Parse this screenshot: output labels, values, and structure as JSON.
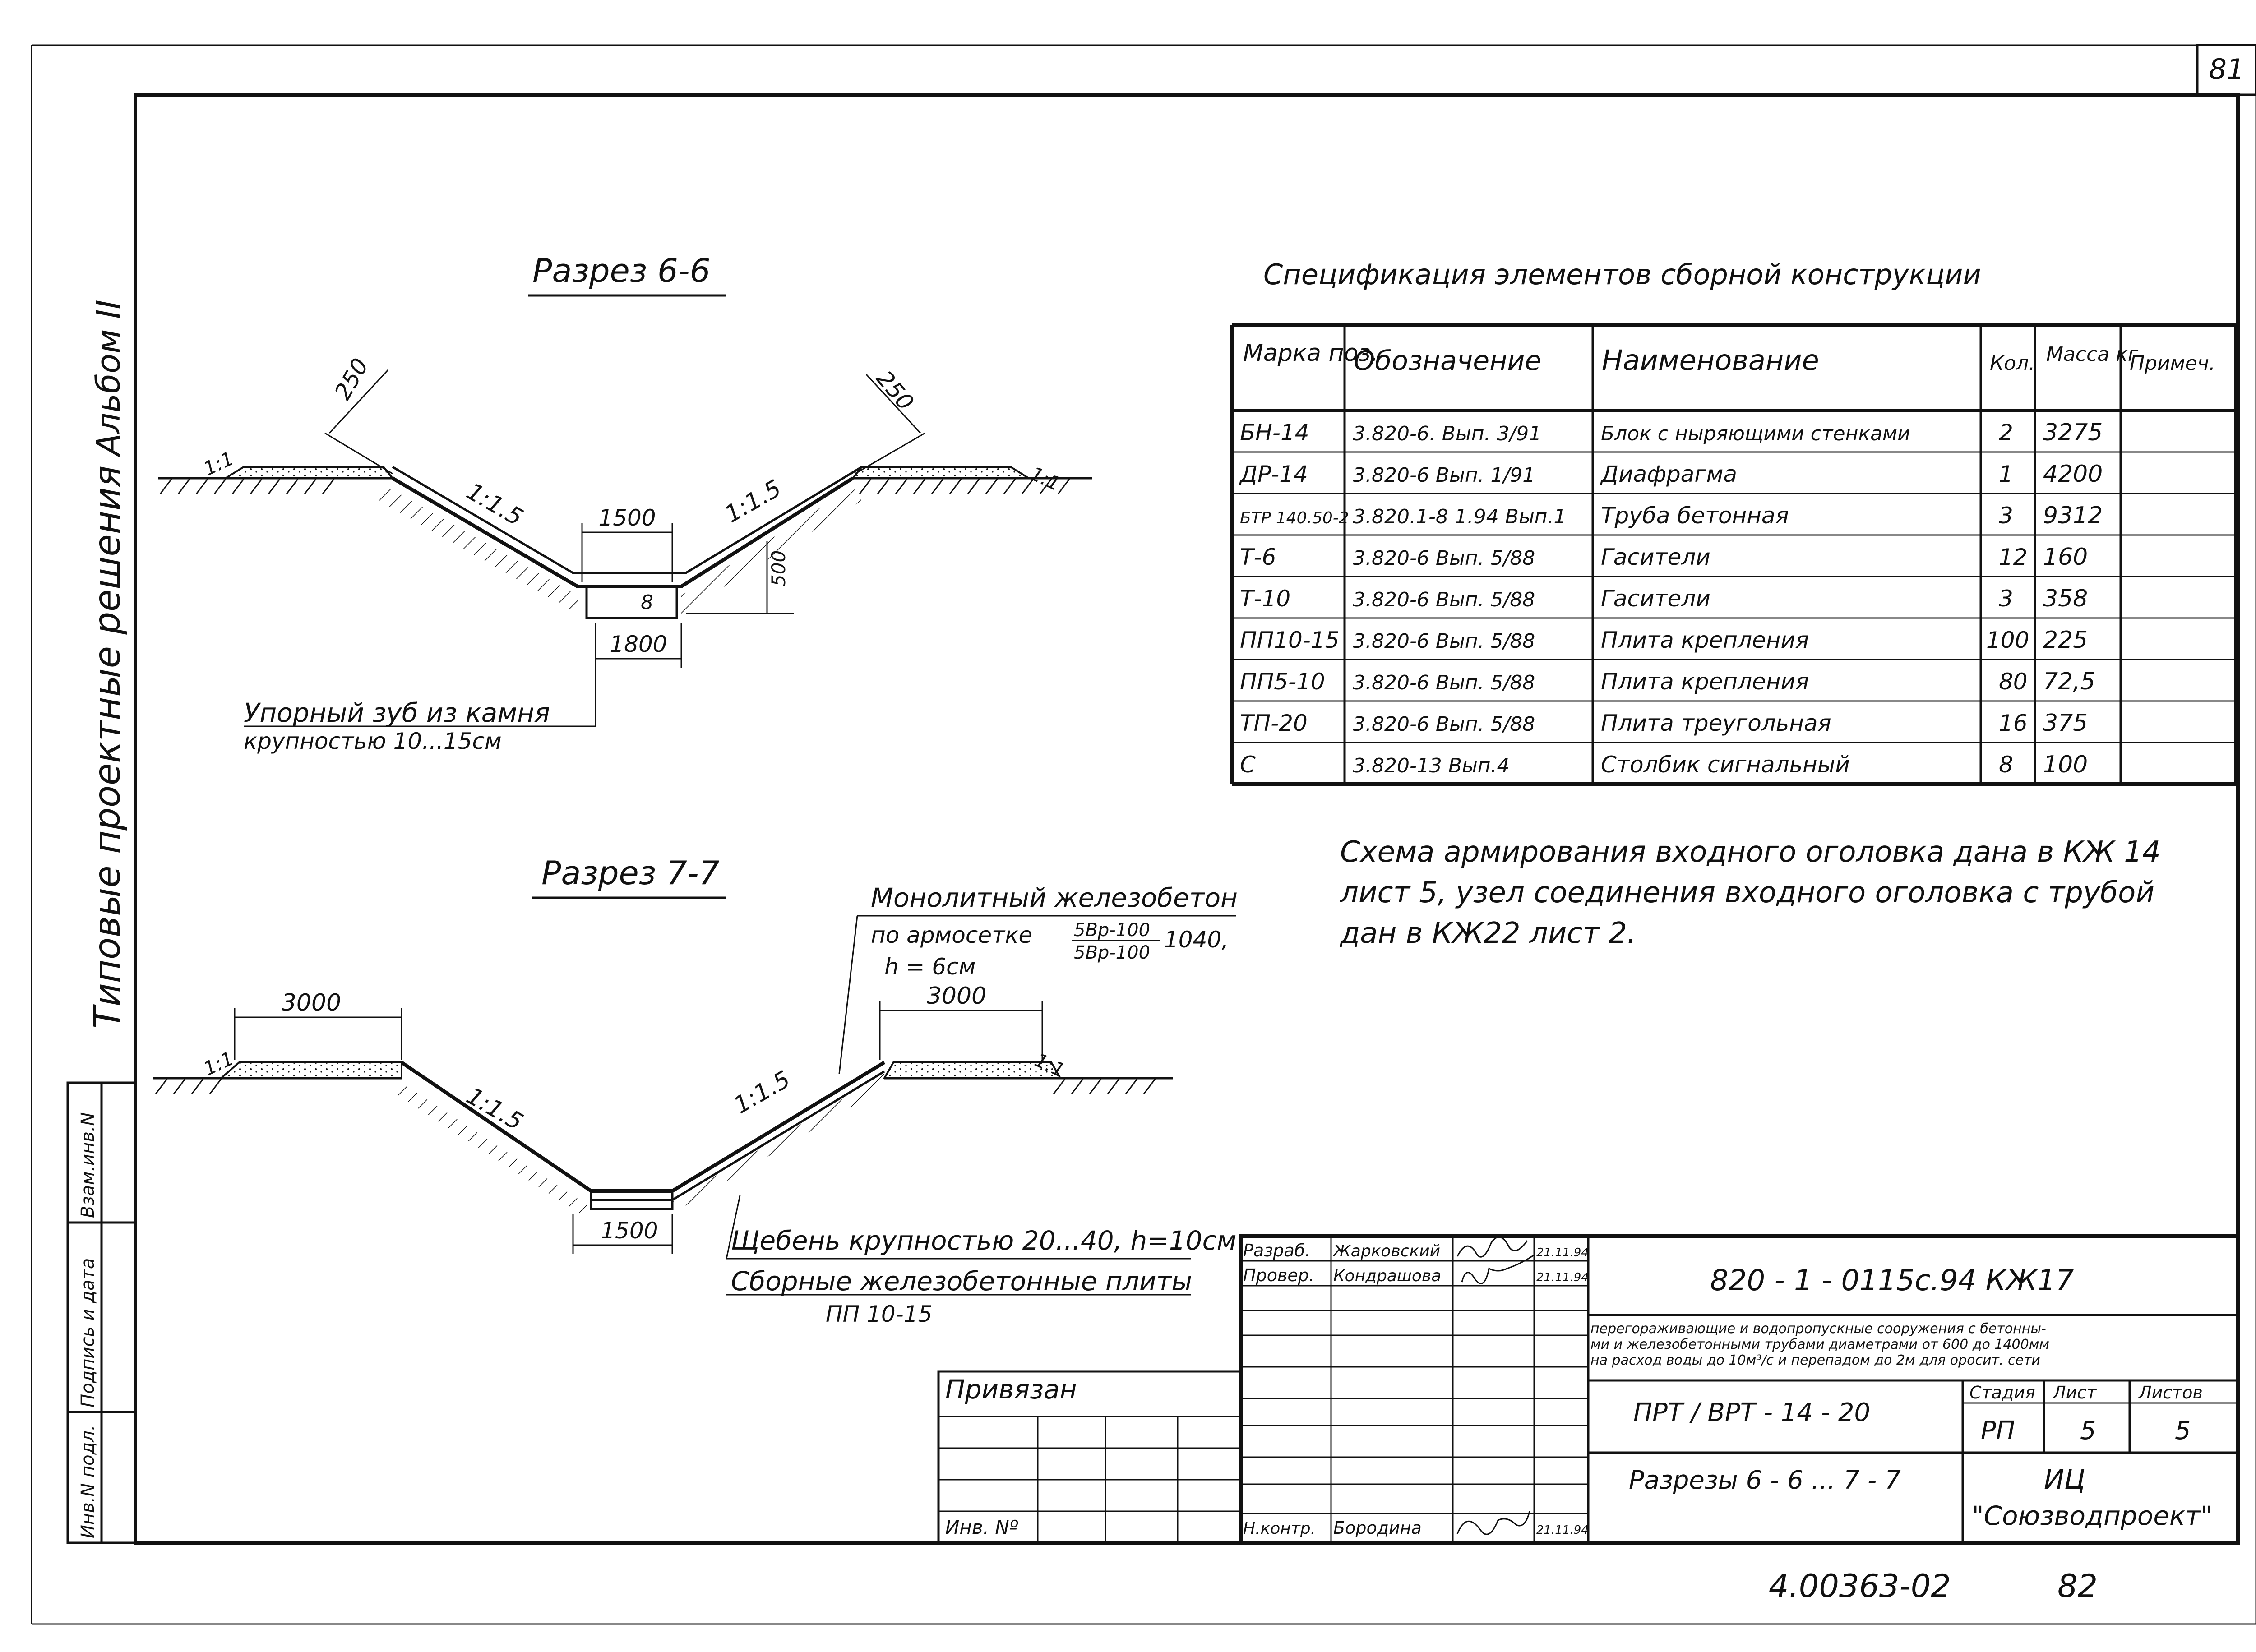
{
  "sheet": {
    "page_number": "81",
    "album": "Альбом II",
    "series": "Типовые проектные решения",
    "stamp_labels": [
      "Инв.N подл.",
      "Подпись и дата",
      "Взам.инв.N"
    ]
  },
  "section_6": {
    "title": "Разрез 6-6",
    "dim_250_left": "250",
    "dim_250_right": "250",
    "slope_outer_l": "1:1",
    "slope_outer_r": "1:1",
    "slope_l": "1:1.5",
    "slope_r": "1:1.5",
    "dim_1500": "1500",
    "dim_1800": "1800",
    "dim_500": "500",
    "mark_8": "8",
    "note_line1": "Упорный зуб из камня",
    "note_line2": "крупностью 10...15см"
  },
  "section_7": {
    "title": "Разрез 7-7",
    "dim_3000_l": "3000",
    "dim_3000_r": "3000",
    "dim_1500": "1500",
    "slope_outer_l": "1:1",
    "slope_outer_r": "1:1",
    "slope_l": "1:1.5",
    "slope_r": "1:1.5",
    "mono_line1": "Монолитный железобетон",
    "mono_line2_a": "по армосетке",
    "mono_frac_num": "5Вр-100",
    "mono_frac_den": "5Вр-100",
    "mono_line2_b": "1040,",
    "mono_line3": "h = 6см",
    "gravel": "Щебень крупностью 20...40, h=10см",
    "plates_line1": "Сборные железобетонные плиты",
    "plates_line2": "ПП 10-15"
  },
  "spec": {
    "title": "Спецификация элементов сборной конструкции",
    "headers": [
      "Марка поз.",
      "Обозначение",
      "Наименование",
      "Кол.",
      "Масса кг",
      "Примеч."
    ],
    "rows": [
      [
        "БН-14",
        "3.820-6. Вып. 3/91",
        "Блок с ныряющими стенками",
        "2",
        "3275",
        ""
      ],
      [
        "ДР-14",
        "3.820-6 Вып. 1/91",
        "Диафрагма",
        "1",
        "4200",
        ""
      ],
      [
        "БТР 140.50-2",
        "3.820.1-8 1.94 Вып.1",
        "Труба бетонная",
        "3",
        "9312",
        ""
      ],
      [
        "Т-6",
        "3.820-6 Вып. 5/88",
        "Гасители",
        "12",
        "160",
        ""
      ],
      [
        "Т-10",
        "3.820-6 Вып. 5/88",
        "Гасители",
        "3",
        "358",
        ""
      ],
      [
        "ПП10-15",
        "3.820-6 Вып. 5/88",
        "Плита крепления",
        "100",
        "225",
        ""
      ],
      [
        "ПП5-10",
        "3.820-6 Вып. 5/88",
        "Плита крепления",
        "80",
        "72,5",
        ""
      ],
      [
        "ТП-20",
        "3.820-6 Вып. 5/88",
        "Плита треугольная",
        "16",
        "375",
        ""
      ],
      [
        "С",
        "3.820-13 Вып.4",
        "Столбик сигнальный",
        "8",
        "100",
        ""
      ]
    ]
  },
  "note": {
    "line1": "Схема армирования входного оголовка дана в КЖ 14",
    "line2": "лист 5, узел соединения входного оголовка с трубой",
    "line3": "дан в КЖ22 лист 2."
  },
  "title_block": {
    "razrab_label": "Разраб.",
    "razrab_name": "Жарковский",
    "razrab_date": "21.11.94",
    "prover_label": "Провер.",
    "prover_name": "Кондрашова",
    "prover_date": "21.11.94",
    "nkontr_label": "Н.контр.",
    "nkontr_name": "Бородина",
    "nkontr_date": "21.11.94",
    "doc_code": "820 - 1 - 0115с.94 КЖ17",
    "desc_line1": "перегораживающие и водопропускные сооружения с бетонны-",
    "desc_line2": "ми и железобетонными трубами диаметрами от 600 до 1400мм",
    "desc_line3": "на расход воды до 10м³/с и перепадом до 2м для ороcит. сети",
    "object_code": "ПРТ / ВРТ - 14 - 20",
    "sheet_title": "Разрезы 6 - 6 ... 7 - 7",
    "stage_label": "Стадия",
    "list_label": "Лист",
    "lists_label": "Листов",
    "stage": "РП",
    "list": "5",
    "lists": "5",
    "org_line1": "ИЦ",
    "org_line2": "\"Союзводпроект\"",
    "privyazan": "Привязан",
    "inv_no": "Инв. Nº"
  },
  "bottom_inventory": "4.00363-02",
  "bottom_page": "82"
}
